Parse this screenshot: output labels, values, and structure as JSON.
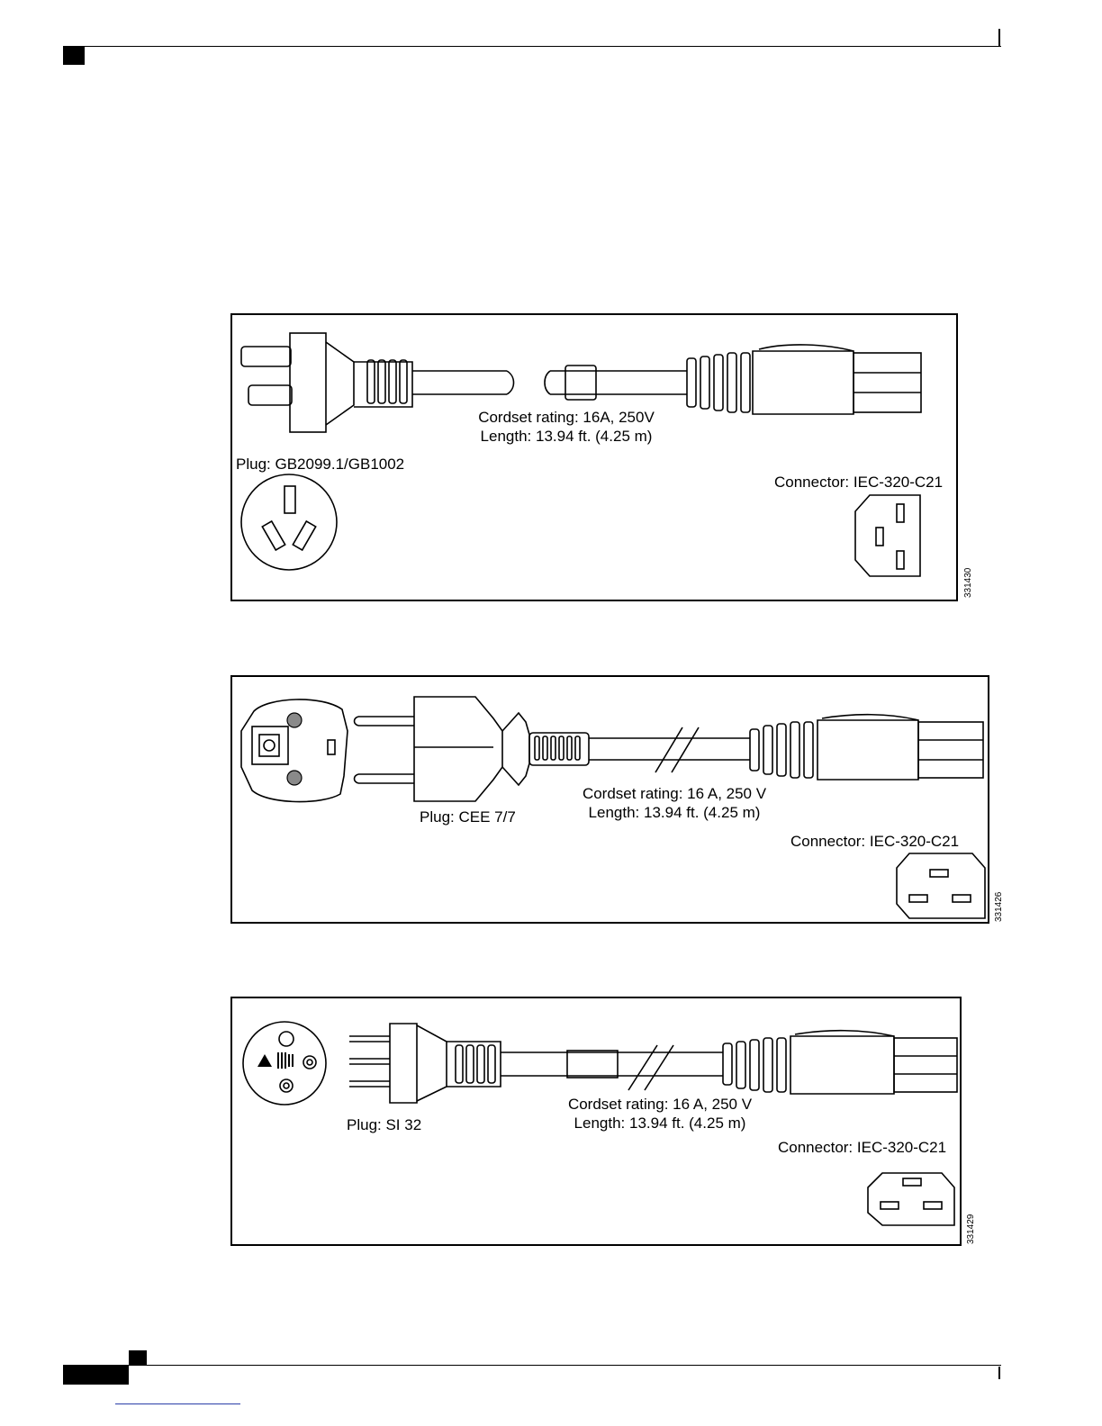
{
  "figures": [
    {
      "plug_label": "Plug: GB2099.1/GB1002",
      "cordset_rating": "Cordset rating:  16A, 250V",
      "length": "Length: 13.94 ft. (4.25 m)",
      "connector_label": "Connector: IEC-320-C21",
      "figure_id": "331430"
    },
    {
      "plug_label": "Plug: CEE 7/7",
      "cordset_rating": "Cordset rating: 16 A, 250 V",
      "length": "Length: 13.94 ft. (4.25 m)",
      "connector_label": "Connector: IEC-320-C21",
      "figure_id": "331426"
    },
    {
      "plug_label": "Plug: SI 32",
      "cordset_rating": "Cordset rating: 16 A, 250 V",
      "length": "Length: 13.94 ft. (4.25 m)",
      "connector_label": "Connector: IEC-320-C21",
      "figure_id": "331429"
    }
  ],
  "colors": {
    "ink": "#000000",
    "pin_grey": "#8a8a8a",
    "link": "#2a3ea8"
  }
}
